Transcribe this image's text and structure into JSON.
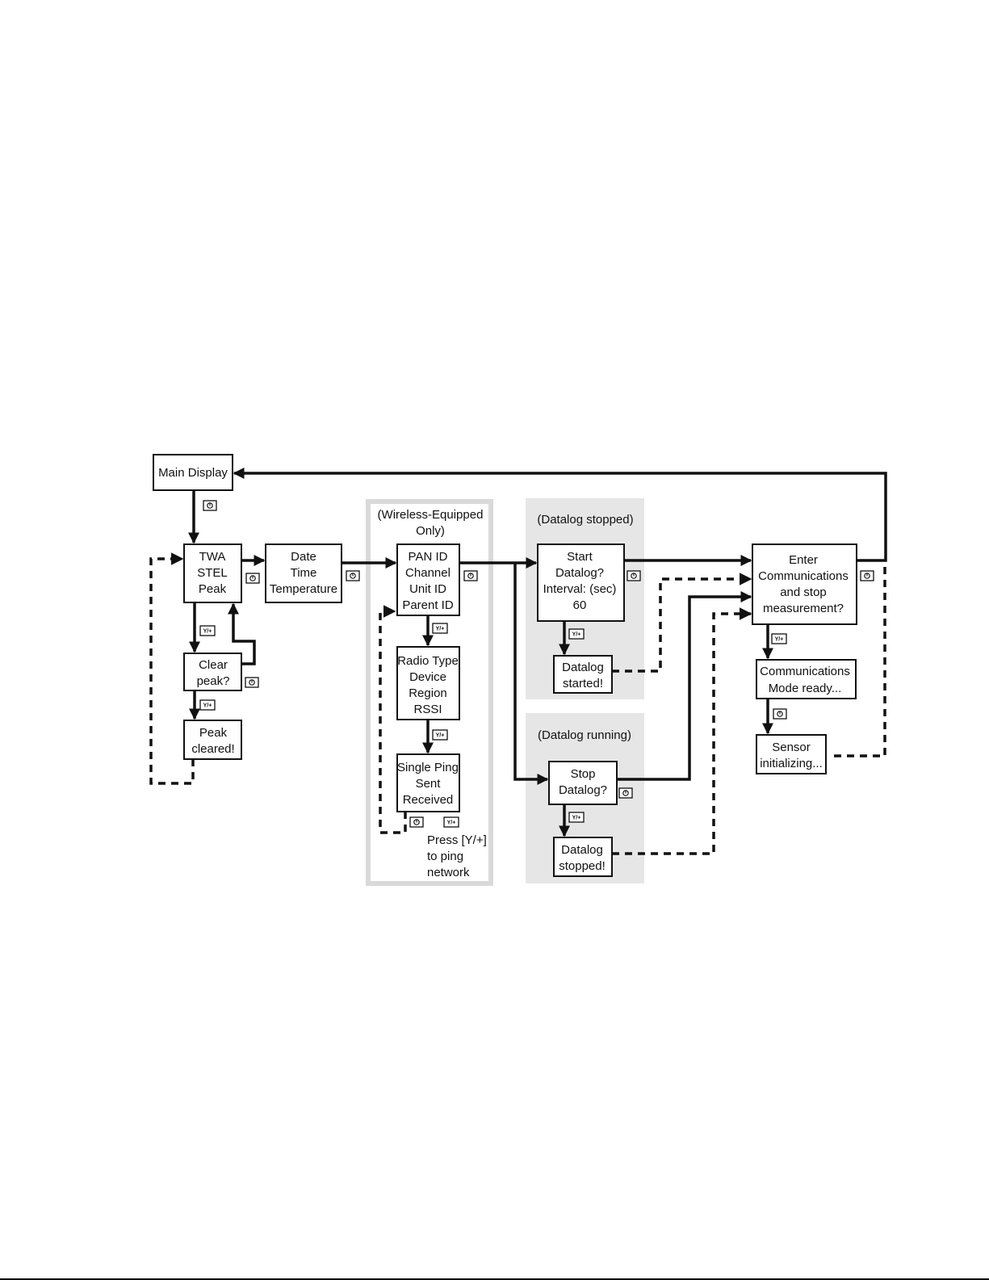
{
  "groups": {
    "wireless": [
      "(Wireless-Equipped",
      "Only)"
    ],
    "datalog_stopped": [
      "(Datalog stopped)"
    ],
    "datalog_running": [
      "(Datalog running)"
    ]
  },
  "nodes": {
    "main_display": [
      "Main Display"
    ],
    "twa": [
      "TWA",
      "STEL",
      "Peak"
    ],
    "date": [
      "Date",
      "Time",
      "Temperature"
    ],
    "clear_peak": [
      "Clear",
      "peak?"
    ],
    "peak_cleared": [
      "Peak",
      "cleared!"
    ],
    "pan": [
      "PAN ID",
      "Channel",
      "Unit ID",
      "Parent ID"
    ],
    "radio": [
      "Radio Type",
      "Device",
      "Region",
      "RSSI"
    ],
    "ping": [
      "Single Ping",
      "Sent",
      "Received"
    ],
    "start_datalog": [
      "Start",
      "Datalog?",
      "Interval: (sec)",
      "60"
    ],
    "datalog_started": [
      "Datalog",
      "started!"
    ],
    "stop_datalog": [
      "Stop",
      "Datalog?"
    ],
    "datalog_stopped": [
      "Datalog",
      "stopped!"
    ],
    "enter_comm": [
      "Enter",
      "Communications",
      "and stop",
      "measurement?"
    ],
    "comm_ready": [
      "Communications",
      "Mode ready..."
    ],
    "sensor_init": [
      "Sensor",
      "initializing..."
    ]
  },
  "notes": {
    "ping_hint": [
      "Press [Y/+]",
      "to ping",
      "network"
    ]
  },
  "keys": {
    "mode_icon": "mode-button-icon",
    "yes_label": "Y/+"
  }
}
